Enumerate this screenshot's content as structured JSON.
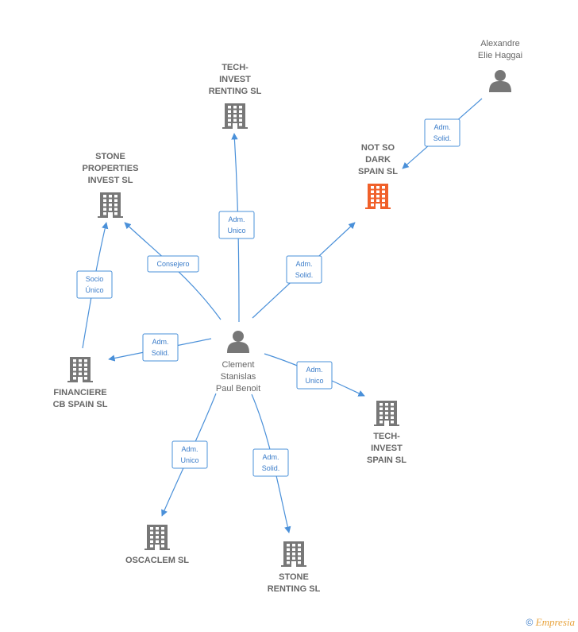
{
  "colors": {
    "company": "#777777",
    "highlight": "#f0602a",
    "person": "#777777",
    "edge": "#4a90d9"
  },
  "nodes": [
    {
      "id": "clement",
      "type": "person",
      "icon": "person-icon",
      "lines": [
        "Clement",
        "Stanislas",
        "Paul Benoit"
      ]
    },
    {
      "id": "alexandre",
      "type": "person",
      "icon": "person-icon",
      "lines": [
        "Alexandre",
        "Elie Haggai"
      ]
    },
    {
      "id": "notsodark",
      "type": "company",
      "highlight": true,
      "icon": "building-icon",
      "lines": [
        "NOT SO",
        "DARK",
        "SPAIN  SL"
      ]
    },
    {
      "id": "techrenting",
      "type": "company",
      "icon": "building-icon",
      "lines": [
        "TECH-",
        "INVEST",
        "RENTING  SL"
      ]
    },
    {
      "id": "stoneprop",
      "type": "company",
      "icon": "building-icon",
      "lines": [
        "STONE",
        "PROPERTIES",
        "INVEST  SL"
      ]
    },
    {
      "id": "financiere",
      "type": "company",
      "icon": "building-icon",
      "lines": [
        "FINANCIERE",
        "CB SPAIN  SL"
      ]
    },
    {
      "id": "techspain",
      "type": "company",
      "icon": "building-icon",
      "lines": [
        "TECH-",
        "INVEST",
        "SPAIN  SL"
      ]
    },
    {
      "id": "oscaclem",
      "type": "company",
      "icon": "building-icon",
      "lines": [
        "OSCACLEM  SL"
      ]
    },
    {
      "id": "stonerenting",
      "type": "company",
      "icon": "building-icon",
      "lines": [
        "STONE",
        "RENTING  SL"
      ]
    }
  ],
  "edges": [
    {
      "from": "clement",
      "to": "techrenting",
      "label": [
        "Adm.",
        "Unico"
      ]
    },
    {
      "from": "clement",
      "to": "notsodark",
      "label": [
        "Adm.",
        "Solid."
      ]
    },
    {
      "from": "alexandre",
      "to": "notsodark",
      "label": [
        "Adm.",
        "Solid."
      ]
    },
    {
      "from": "clement",
      "to": "stoneprop",
      "label": [
        "Consejero"
      ]
    },
    {
      "from": "financiere",
      "to": "stoneprop",
      "label": [
        "Socio",
        "Único"
      ]
    },
    {
      "from": "clement",
      "to": "financiere",
      "label": [
        "Adm.",
        "Solid."
      ]
    },
    {
      "from": "clement",
      "to": "techspain",
      "label": [
        "Adm.",
        "Unico"
      ]
    },
    {
      "from": "clement",
      "to": "oscaclem",
      "label": [
        "Adm.",
        "Unico"
      ]
    },
    {
      "from": "clement",
      "to": "stonerenting",
      "label": [
        "Adm.",
        "Solid."
      ]
    }
  ],
  "footer": {
    "copyright": "©",
    "brand": "Empresia"
  }
}
